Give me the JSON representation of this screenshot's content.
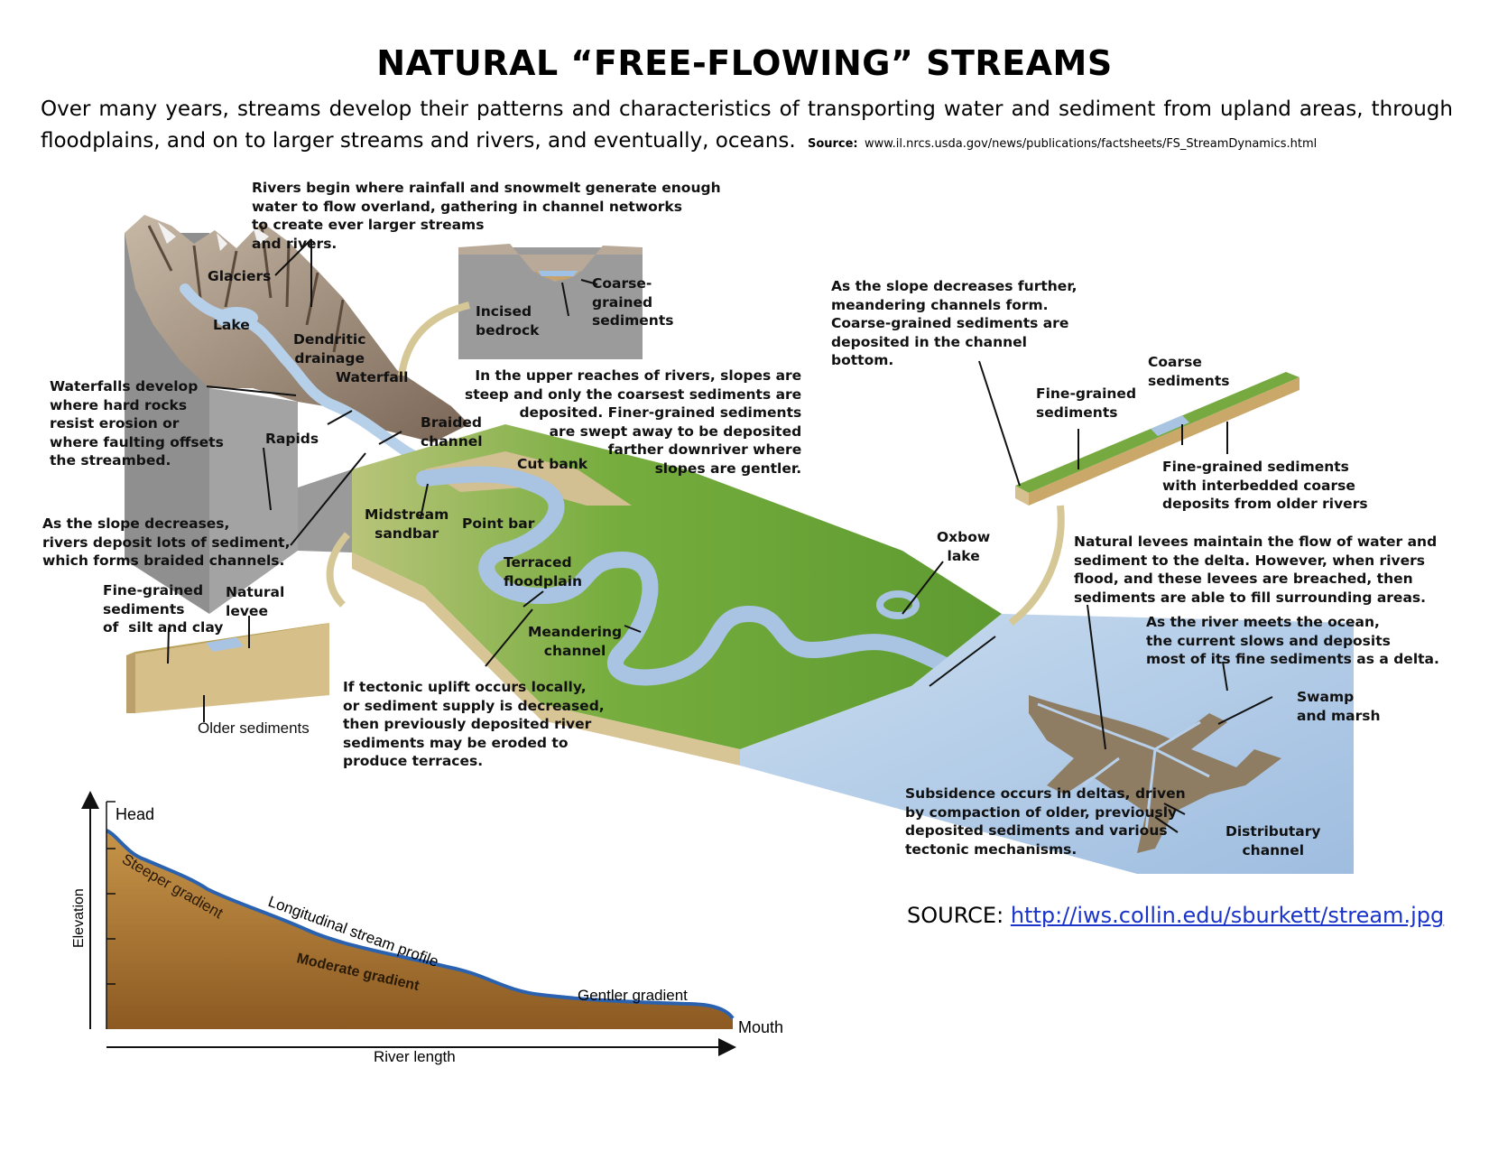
{
  "title": "NATURAL “FREE-FLOWING” STREAMS",
  "intro": {
    "text": "Over many years, streams develop their patterns and characteristics of transporting water and sediment from upland areas, through floodplains, and on to larger streams and rivers, and eventually, oceans.",
    "source_label": "Source:",
    "source_url": "www.il.nrcs.usda.gov/news/publications/factsheets/FS_StreamDynamics.html"
  },
  "labels": {
    "rivers_begin": "Rivers begin where rainfall and snowmelt generate enough\nwater to flow overland, gathering in channel networks\nto create ever larger streams\nand rivers.",
    "glaciers": "Glaciers",
    "lake": "Lake",
    "dendritic": "Dendritic\ndrainage",
    "waterfall": "Waterfall",
    "incised": "Incised\nbedrock",
    "coarse_grained": "Coarse-\ngrained\nsediments",
    "upper_reaches": "In the upper reaches of rivers, slopes are\nsteep and only the coarsest sediments are\ndeposited. Finer-grained sediments\nare swept away to be deposited\nfarther downriver where\nslopes are gentler.",
    "waterfalls_develop": "Waterfalls develop\nwhere hard rocks\nresist erosion or\nwhere faulting offsets\nthe streambed.",
    "rapids": "Rapids",
    "braided": "Braided\nchannel",
    "cut_bank": "Cut bank",
    "slope_decreases": "As the slope decreases,\nrivers deposit lots of sediment,\nwhich forms braided channels.",
    "midstream": "Midstream\nsandbar",
    "point_bar": "Point bar",
    "terraced": "Terraced\nfloodplain",
    "fine_silt": "Fine-grained\nsediments\nof  silt and clay",
    "natural_levee": "Natural\nlevee",
    "older_sediments": "Older sediments",
    "meandering": "Meandering\nchannel",
    "tectonic": "If tectonic uplift occurs locally,\nor sediment supply is decreased,\nthen previously deposited river\nsediments may be eroded to\nproduce terraces.",
    "slope_further": "As the slope decreases further,\nmeandering channels form.\nCoarse-grained sediments are\ndeposited in the channel\nbottom.",
    "coarse_sediments": "Coarse\nsediments",
    "fine_grained_sediments": "Fine-grained\nsediments",
    "interbedded": "Fine-grained sediments\nwith interbedded coarse\ndeposits from older rivers",
    "oxbow": "Oxbow\nlake",
    "natural_levees": "Natural levees maintain the flow of water and\nsediment to the delta. However, when rivers\nflood, and these levees are breached, then\nsediments are able to fill surrounding areas.",
    "meets_ocean": "As the river meets the ocean,\nthe current slows and deposits\nmost of its fine sediments as a delta.",
    "swamp": "Swamp\nand marsh",
    "subsidence": "Subsidence occurs in deltas, driven\nby compaction of older, previously\ndeposited sediments and various\ntectonic mechanisms.",
    "distributary": "Distributary\nchannel"
  },
  "profile": {
    "head": "Head",
    "mouth": "Mouth",
    "steeper": "Steeper gradient",
    "longitudinal": "Longitudinal stream profile",
    "moderate": "Moderate gradient",
    "gentler": "Gentler gradient",
    "y_axis": "Elevation",
    "x_axis": "River length"
  },
  "source": {
    "label": "SOURCE:",
    "url": "http://iws.collin.edu/sburkett/stream.jpg"
  },
  "colors": {
    "water": "#aac6e4",
    "ocean": "#b8d0ea",
    "grass": "#6aa33a",
    "rock": "#8a7866",
    "sediment": "#d9c28e",
    "profile_fill": "#b07c3a",
    "profile_line": "#2a62b0",
    "link": "#1a33c9"
  }
}
